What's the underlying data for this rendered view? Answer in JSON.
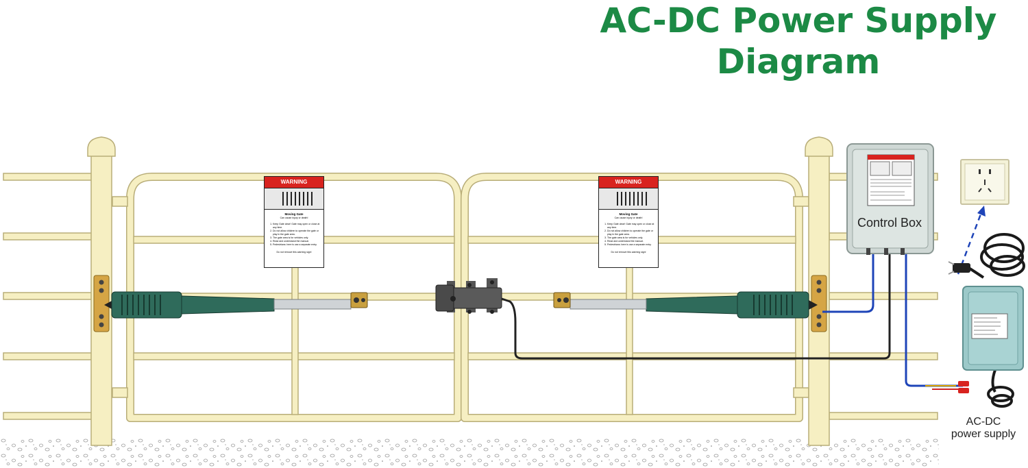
{
  "title": {
    "line1": "AC-DC Power Supply",
    "line2": "Diagram"
  },
  "labels": {
    "control_box": "Control Box",
    "power_supply_line1": "AC-DC",
    "power_supply_line2": "power supply"
  },
  "warning_sign": {
    "header": "WARNING",
    "heading": "Moving Gate",
    "subheading": "Can cause injury or death!",
    "rules": [
      "Keep Gate clear! Gate may open or close at any time.",
      "Do not allow children to operate the gate or play in the gate area.",
      "The gate area is for vehicles only.",
      "Read and understand the manual.",
      "Pedestrians: here is use a separate entry."
    ],
    "footer": "Do not remove this warning sign!"
  },
  "colors": {
    "title": "#1c8a45",
    "fence": "#f6efc2",
    "fence_outline": "#b8ad78",
    "actuator": "#2f6b5b",
    "wire_blue": "#1e44b8",
    "wire_black": "#222222",
    "warning_red": "#d8231f"
  },
  "icons": [
    "warning-sign",
    "wall-socket-icon",
    "control-box",
    "power-supply-box",
    "gate-lock",
    "linear-actuator"
  ]
}
